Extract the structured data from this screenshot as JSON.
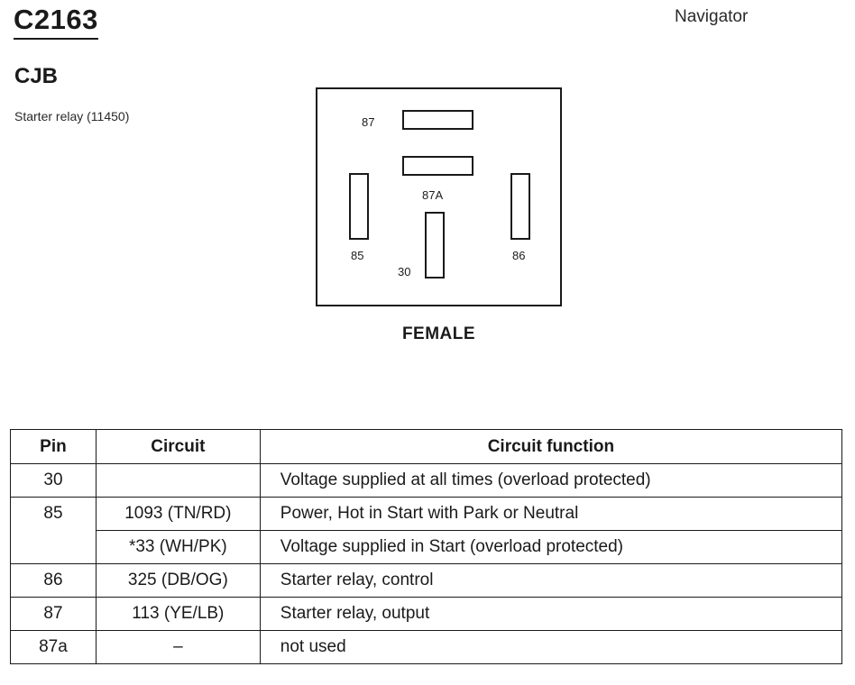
{
  "header": {
    "connector_id": "C2163",
    "vehicle": "Navigator",
    "location": "CJB",
    "component": "Starter relay (11450)"
  },
  "connector_face": {
    "pin_labels": {
      "p87": "87",
      "p87a": "87A",
      "p85": "85",
      "p86": "86",
      "p30": "30"
    },
    "gender": "FEMALE"
  },
  "table": {
    "headers": {
      "pin": "Pin",
      "circuit": "Circuit",
      "function": "Circuit function"
    },
    "rows": [
      {
        "pin": "30",
        "circuit": "",
        "function": "Voltage supplied at all times (overload protected)"
      },
      {
        "pin": "85",
        "circuit": "1093 (TN/RD)",
        "function": "Power, Hot in Start with Park or Neutral"
      },
      {
        "pin": "",
        "circuit": "*33 (WH/PK)",
        "function": "Voltage supplied in Start (overload protected)"
      },
      {
        "pin": "86",
        "circuit": "325 (DB/OG)",
        "function": "Starter relay, control"
      },
      {
        "pin": "87",
        "circuit": "113 (YE/LB)",
        "function": "Starter relay, output"
      },
      {
        "pin": "87a",
        "circuit": "–",
        "function": "not used"
      }
    ]
  }
}
